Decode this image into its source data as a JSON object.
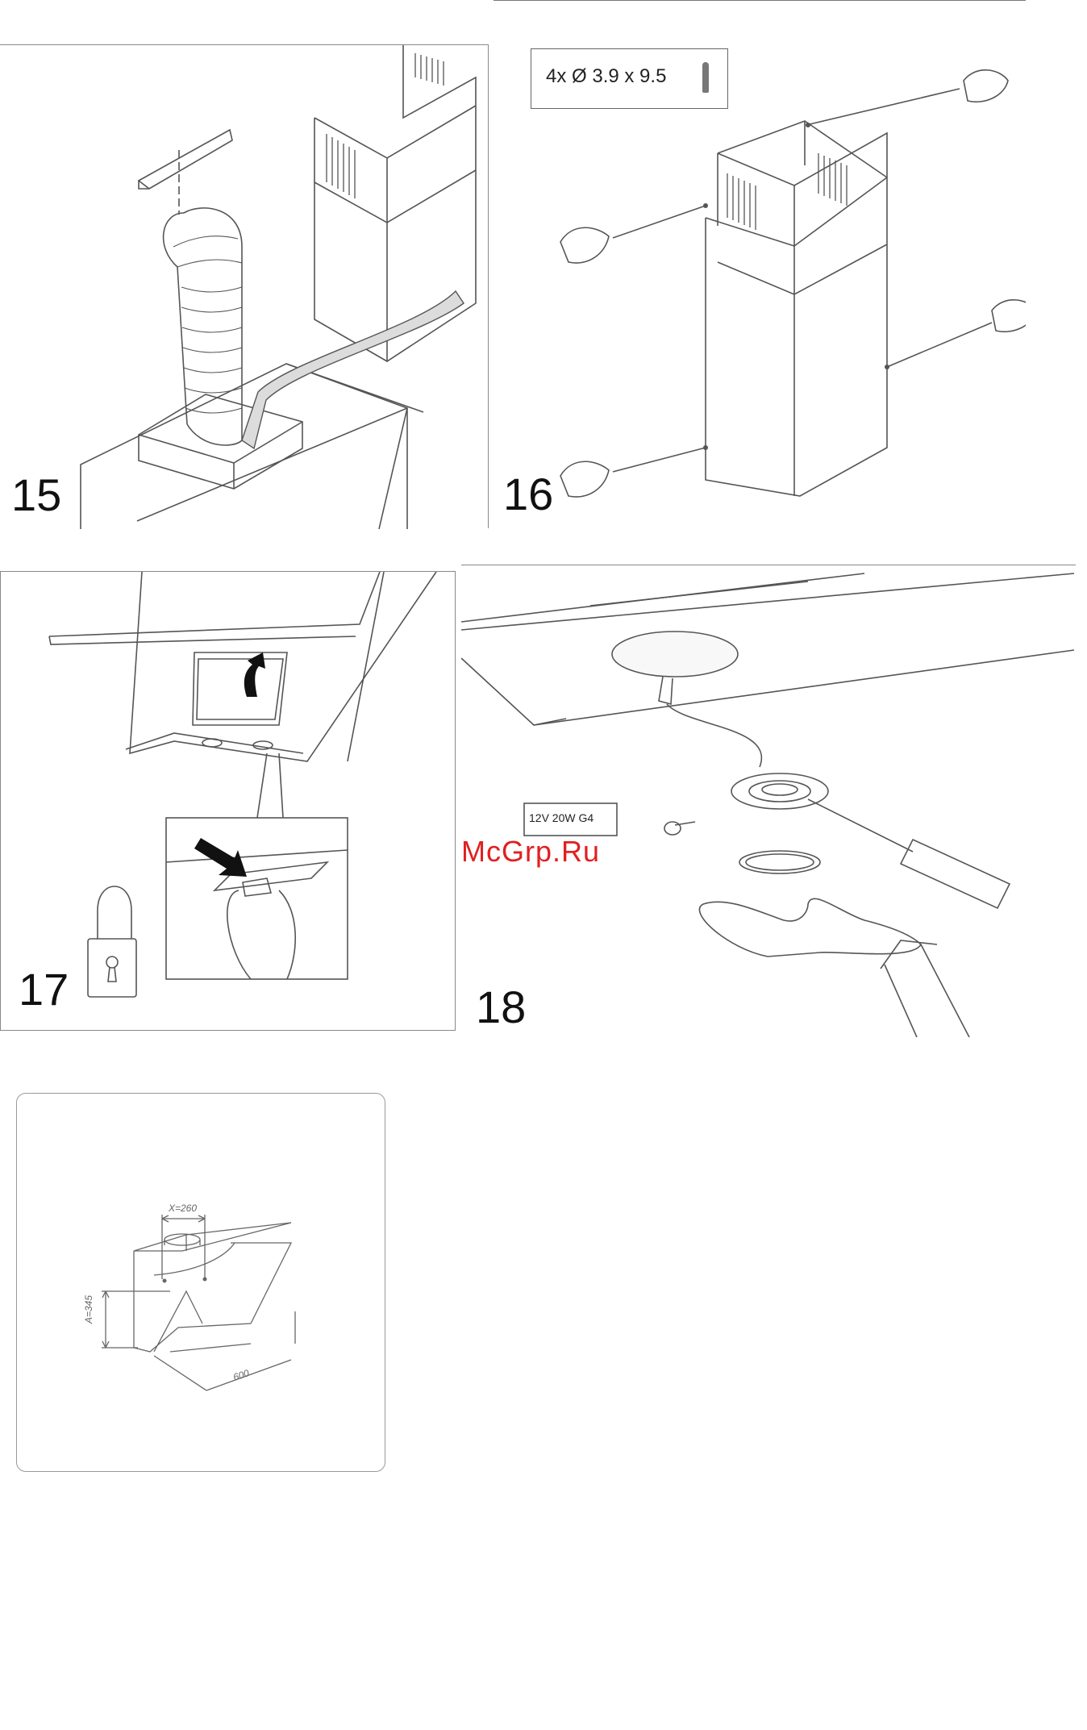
{
  "steps": {
    "s15": {
      "number": "15"
    },
    "s16": {
      "number": "16",
      "screw_spec": "4x Ø 3.9 x 9.5"
    },
    "s17": {
      "number": "17"
    },
    "s18": {
      "number": "18",
      "bulb_spec": "12V  20W  G4"
    }
  },
  "watermark": "McGrp.Ru",
  "dimensions": {
    "x_label": "X=260",
    "a_label": "A=345",
    "width_label": "600"
  },
  "colors": {
    "line": "#555555",
    "watermark": "#e02020"
  }
}
